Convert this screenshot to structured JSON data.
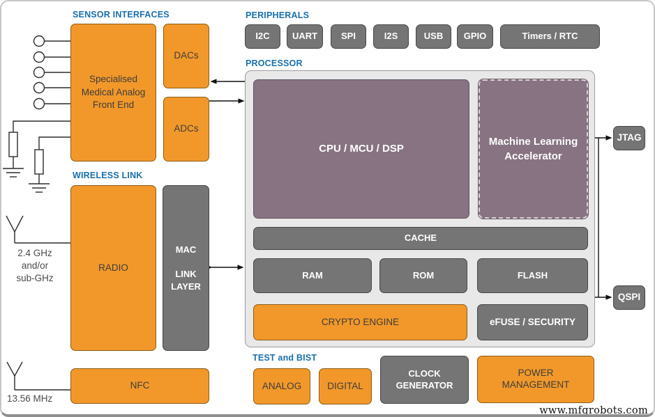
{
  "diagram": {
    "sensor_interfaces": {
      "section_label": "SENSOR INTERFACES",
      "afe_label": "Specialised\nMedical Analog\nFront End",
      "dacs_label": "DACs",
      "adcs_label": "ADCs"
    },
    "wireless_link": {
      "section_label": "WIRELESS LINK",
      "radio_label": "RADIO",
      "mac_label": "MAC\n\nLINK\nLAYER",
      "radio_antenna_label": "2.4 GHz\nand/or\nsub-GHz",
      "nfc_label": "NFC",
      "nfc_antenna_label": "13.56 MHz"
    },
    "peripherals": {
      "section_label": "PERIPHERALS",
      "items": [
        "I2C",
        "UART",
        "SPI",
        "I2S",
        "USB",
        "GPIO",
        "Timers / RTC"
      ]
    },
    "processor": {
      "section_label": "PROCESSOR",
      "cpu_label": "CPU / MCU / DSP",
      "ml_accelerator_label": "Machine Learning\nAccelerator",
      "cache_label": "CACHE",
      "ram_label": "RAM",
      "rom_label": "ROM",
      "flash_label": "FLASH",
      "crypto_label": "CRYPTO ENGINE",
      "efuse_label": "eFUSE / SECURITY"
    },
    "debug_ports": {
      "jtag_label": "JTAG",
      "qspi_label": "QSPI"
    },
    "test_bist": {
      "section_label": "TEST and BIST",
      "analog_label": "ANALOG",
      "digital_label": "DIGITAL"
    },
    "system_blocks": {
      "clock_generator_label": "CLOCK\nGENERATOR",
      "power_management_label": "POWER\nMANAGEMENT"
    },
    "watermark": "www.mfgrobots.com",
    "colors": {
      "orange": "#f2982a",
      "gray": "#757575",
      "purple": "#877381",
      "section_label_blue": "#1a6fae",
      "processor_container": "#e9e8e9"
    }
  }
}
